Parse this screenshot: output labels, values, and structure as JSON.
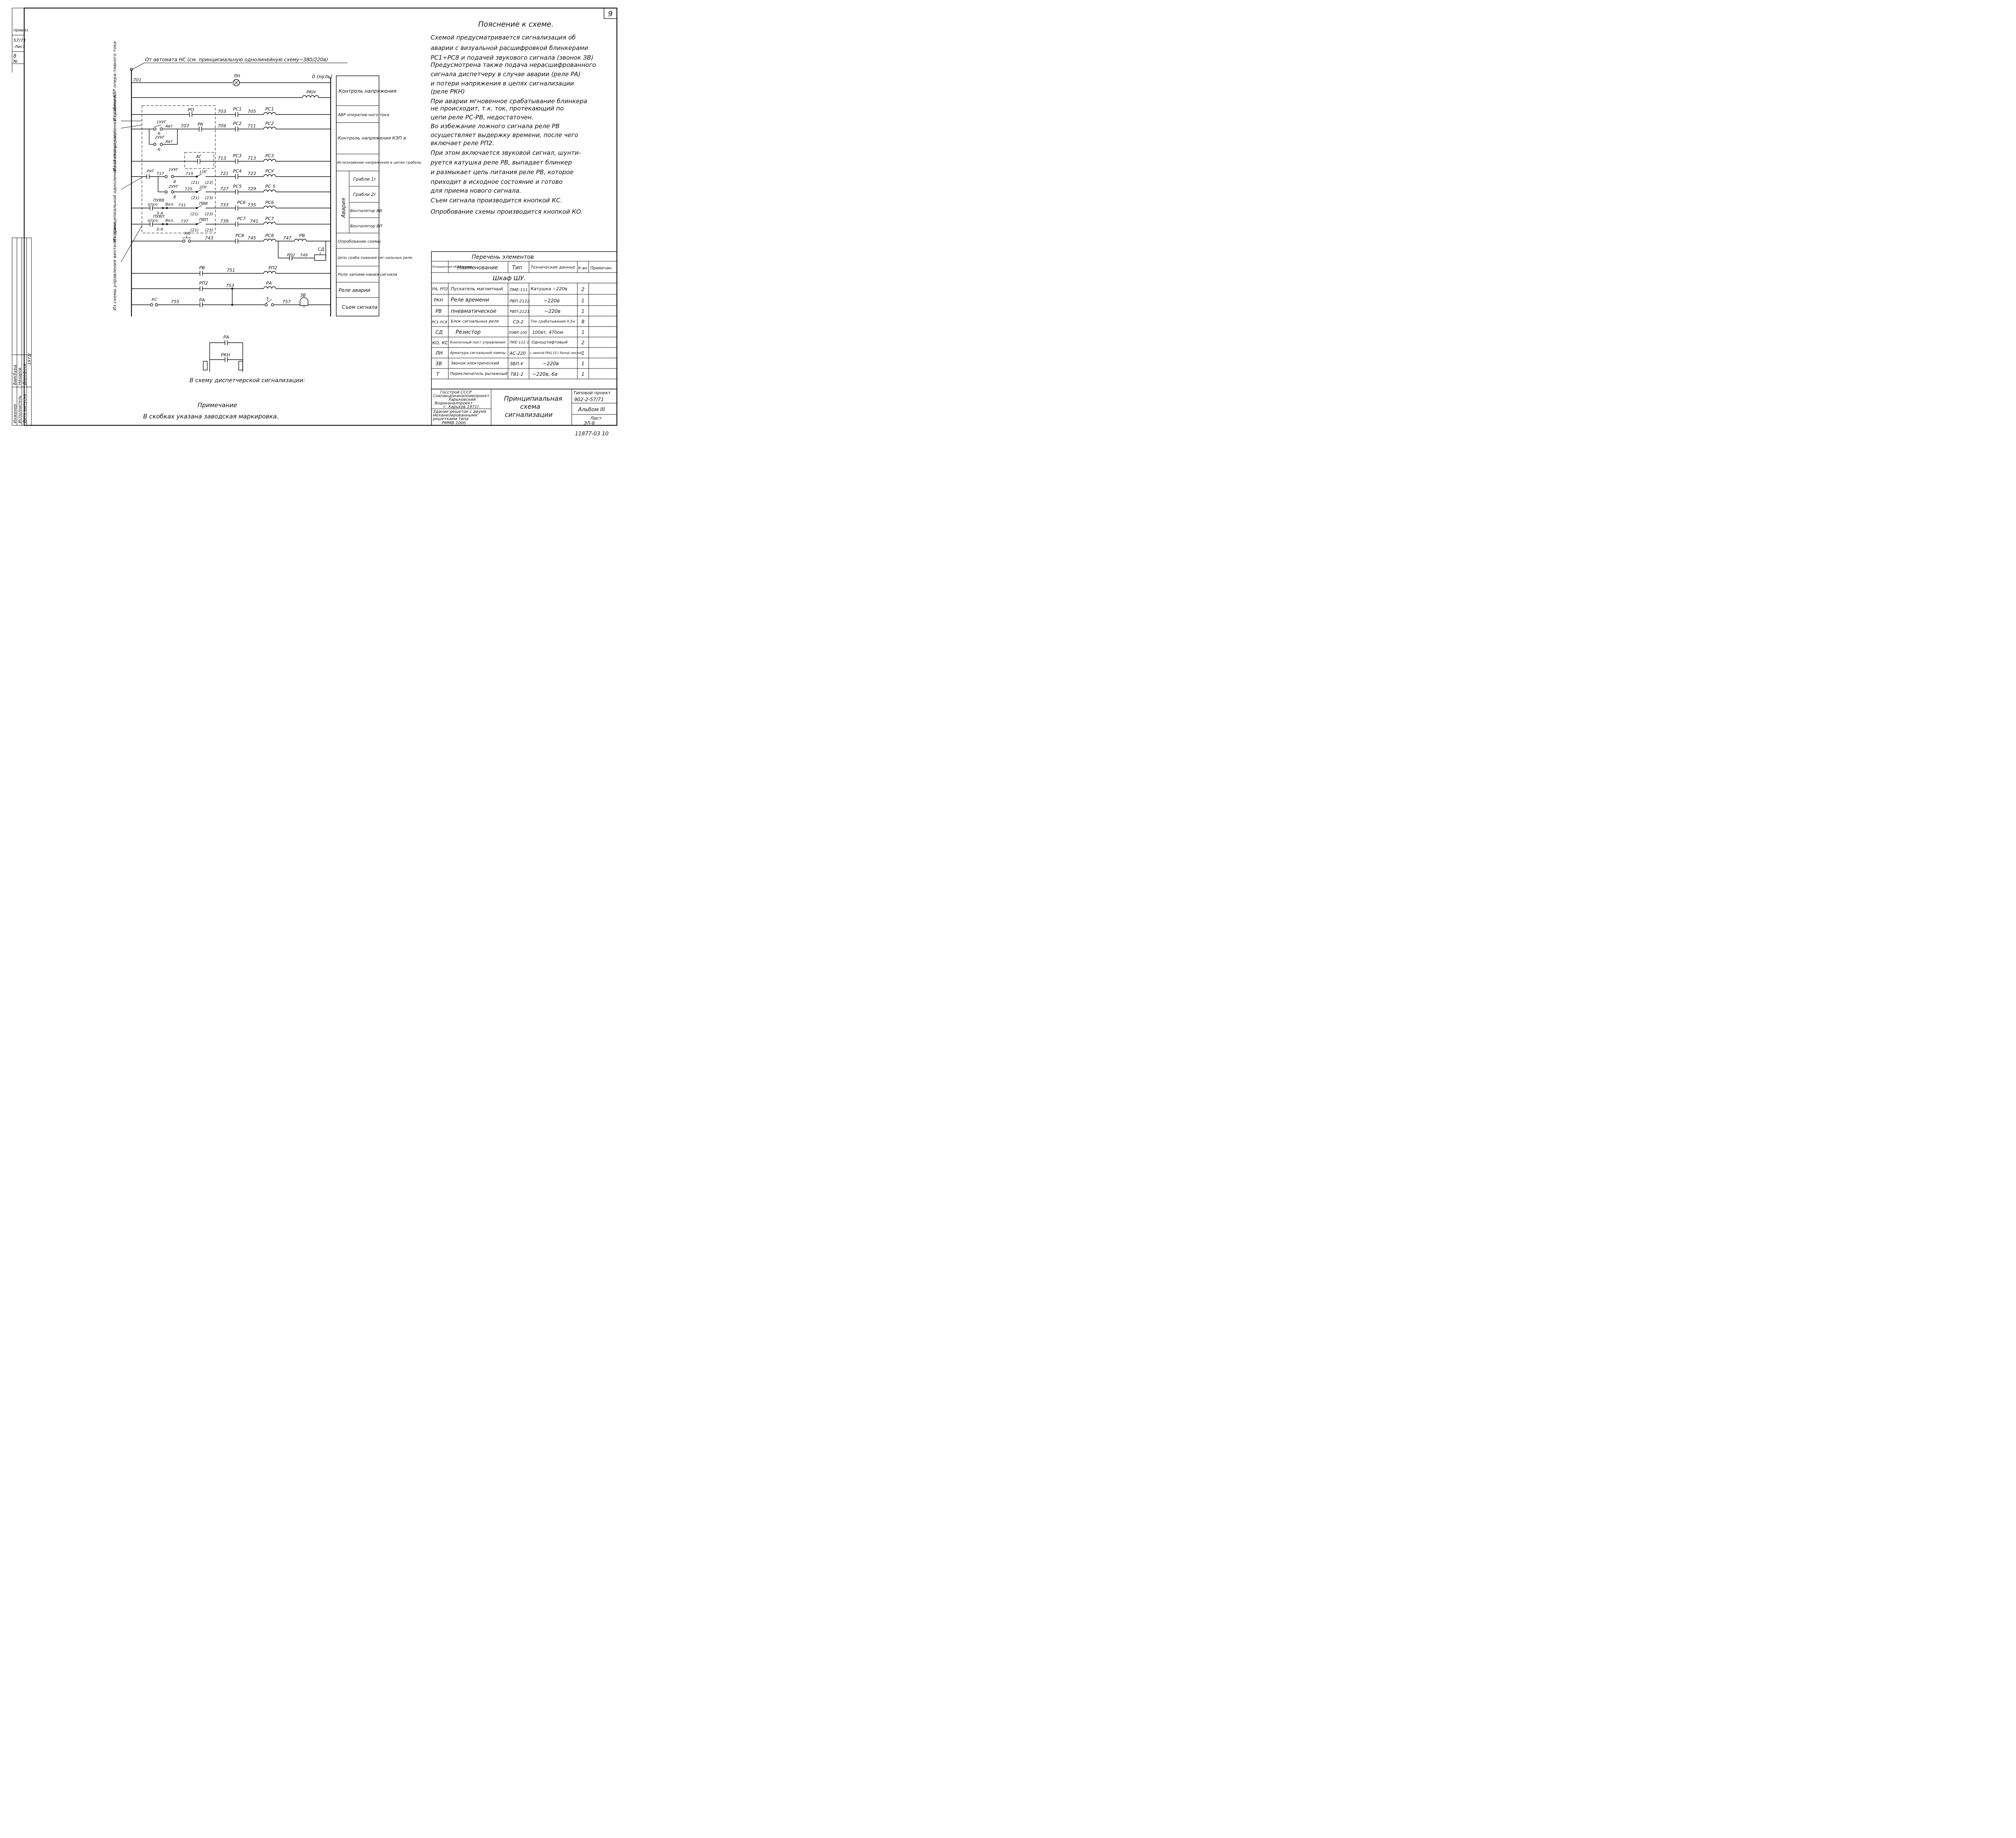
{
  "page_number": "9",
  "doc_code_bottom": "11877-03 10",
  "margin_stamps": [
    "привяз",
    "57/71",
    "-Лист",
    "8",
    "№"
  ],
  "approval_block": {
    "rows": [
      "Инженер",
      "Гл.спец.",
      "Нач.отд.",
      "Нач.отдела",
      "Исполнитель",
      "Дата выпуска"
    ],
    "names": [
      "Вайсбурд",
      "Шаров",
      "Назаров",
      "Дорофеев"
    ],
    "date": "1971г"
  },
  "explanation": {
    "title": "Пояснение к схеме.",
    "lines": [
      "Схемой предусматривается сигнализация об",
      "аварии с визуальной расшифровкой блинкерами",
      "PC1÷PC8 и подачей звукового сигнала (звонок ЗВ)",
      "Предусмотрена также подача нерасшифрованного",
      "сигнала диспетчеру в случае аварии (реле PA)",
      "и потери напряжения в цепях сигнализации",
      "(реле РКН)",
      "При аварии мгновенное срабатывание блинкера",
      "не происходит, т.к. ток, протекающий по",
      "цепи реле PC-PB, недостаточен.",
      "Во избежание ложного сигнала реле PB",
      "осуществляет выдержку времени, после чего",
      "включает реле РП2.",
      "При этом включается звуковой сигнал, шунти-",
      "руется катушка реле PB, выпадает блинкер",
      "и размыкает цепь питания реле PB, которое",
      "приходит в исходное состояние и готово",
      "для приема нового сигнала.",
      "Съем сигнала производится кнопкой КС.",
      "Опробование схемы производится кнопкой КО."
    ]
  },
  "schematic": {
    "supply_label": "От автомата НС (см. принципиальную однолинейную схему~380/220в)",
    "neutral_label": "0 (нуль)",
    "side_labels": [
      "Из схемы АВР опера-тивного тока",
      "Из схемы управ-ления граблями",
      "Из принципиальной однолинейной схемы загр.",
      "Из схемы управления вентиляторами"
    ],
    "component_labels": {
      "lamp": "ЛН",
      "rkn": "РКН",
      "ro": "РО",
      "pk": "РК",
      "ag": "АГ",
      "pug": "РУГ",
      "pc": [
        "РС1",
        "РС2",
        "РС3",
        "РС4",
        "РС5",
        "РС6",
        "РС7",
        "РС8"
      ],
      "pc_coils": [
        "РС1",
        "РС2",
        "РС3",
        "РСУ",
        "РС 5",
        "РС6",
        "РС7",
        "РС8"
      ],
      "pb": "РВ",
      "pp2": "РП2",
      "pa": "РА",
      "sd": "СД",
      "ko": "КО",
      "kc": "КС",
      "t": "Т",
      "zv": "ЗВ",
      "uug1": "1УУГ",
      "uug2": "2УУГ",
      "rug": "Ру",
      "avt": "Авт",
      "ruch": "Руч",
      "pvv": "ПУВВ",
      "pvp": "ПУВП",
      "pvv_c": "ПВВ",
      "pvp_c": "ПВП",
      "gr1": "1ПГ",
      "gr2": "2ПГ",
      "otkl": "откл.",
      "vkl": "Вкл.",
      "pos34": "3-4",
      "pos6": "-6",
      "pos8": "8"
    },
    "wire_numbers": [
      "701",
      "703",
      "705",
      "707",
      "709",
      "711",
      "713",
      "717",
      "719",
      "721",
      "723",
      "725",
      "727",
      "729",
      "731",
      "733",
      "735",
      "737",
      "739",
      "741",
      "743",
      "745",
      "747",
      "749",
      "751",
      "753",
      "755",
      "757"
    ],
    "factory_marks": [
      "(21)",
      "(23)"
    ],
    "legend_cells": [
      "Контроль напряжения",
      "АВР оператив-ного тока",
      "Контроль напряжения КЭП а",
      "Исчезновение напряжения в цепях грабель",
      "Грабли 1г",
      "Грабли 2г",
      "Вентилятор ВВ",
      "Вентилятор ВП",
      "Опробование схемы",
      "Цепь сраба-тывания сиг-нальных реле.",
      "Реле запоми-нания сигнала",
      "Реле аварии",
      "Съем сигнала"
    ],
    "alarm_group_label": "Авария"
  },
  "dispatch_fragment": {
    "relay_top": "РА",
    "relay_bottom": "РКН",
    "caption": "В схему диспетчерской сигнализации:"
  },
  "note": {
    "title": "Примечание",
    "text": "В скобках указана заводская маркировка."
  },
  "elements_table": {
    "title": "Перечень элементов",
    "headers": [
      "Позиционное обозначение",
      "Наименование",
      "Тип",
      "Технические данные",
      "К-во",
      "Примечан."
    ],
    "group": "Шкаф ШУ.",
    "rows": [
      [
        "РА, РП2",
        "Пускатель магнитный",
        "ПМЕ-111",
        "Катушка ~220в",
        "2",
        ""
      ],
      [
        "РКН",
        "Реле времени",
        "РВП-2122",
        "~220в",
        "1",
        ""
      ],
      [
        "РВ",
        "пневматическое",
        "РВП-2121",
        "~220в",
        "1",
        ""
      ],
      [
        "РС1-РС8",
        "Блок сигнальных реле",
        "СЭ-2",
        "Ток срабатывания 0,5а",
        "8",
        ""
      ],
      [
        "СД",
        "Резистор",
        "ПЭВР-100",
        "100вт, 470ом",
        "1",
        ""
      ],
      [
        "КО, КС",
        "Кнопочный пост управления",
        "ПКЕ-112-1",
        "Одноштифтовый",
        "2",
        ""
      ],
      [
        "ЛН",
        "Арматура сигнальной лампы",
        "АС-220",
        "с лампой РНЦ 10 с белой линзой",
        "1",
        ""
      ],
      [
        "ЗВ",
        "Звонок электрический",
        "ЗВП-У",
        "~220в",
        "1",
        ""
      ],
      [
        "Т",
        "Переключатель рычажный.",
        "ТВ1-2",
        "~220в, 6а",
        "1",
        ""
      ]
    ]
  },
  "title_block": {
    "org_lines": [
      "Госстрой СССР",
      "Союзводоканалниипроект",
      "Харьковский",
      "Водоканалпроект",
      "г. Харьков 1971г."
    ],
    "object_lines": [
      "Здание решеток с двумя",
      "механизированными",
      "решетками типа",
      "РММВ-1000"
    ],
    "drawing_title_lines": [
      "Принципиальная",
      "схема",
      "сигнализации"
    ],
    "project_label": "Типовой проект",
    "project_code": "902-2-57/71",
    "album": "Альбом III",
    "sheet_label": "Лист",
    "sheet_code": "ЭЛ-8"
  }
}
